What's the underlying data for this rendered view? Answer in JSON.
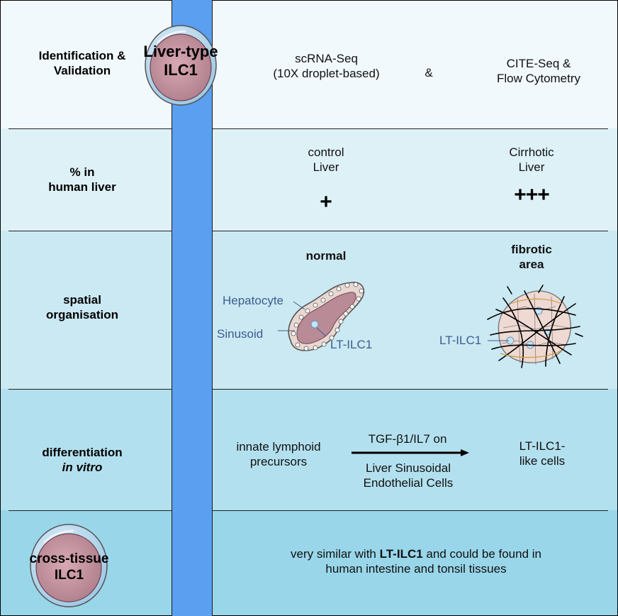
{
  "header": {
    "cell_title": "Liver-type\nILC1",
    "methods": {
      "left": "scRNA-Seq\n(10X droplet-based)",
      "connector": "&",
      "right": "CITE-Seq &\nFlow Cytometry"
    }
  },
  "rows": [
    {
      "label": "Identification &\nValidation"
    },
    {
      "label": "% in\nhuman liver"
    },
    {
      "label": "spatial\norganisation"
    },
    {
      "label_plain": "differentiation",
      "label_italic": "in vitro"
    },
    {
      "label": "cross-tissue\nILC1"
    }
  ],
  "percent": {
    "control": {
      "text": "control\nLiver",
      "level": "+"
    },
    "cirrhotic": {
      "text": "Cirrhotic\nLiver",
      "level": "+++"
    }
  },
  "spatial": {
    "normal": {
      "title": "normal",
      "labels": {
        "hepatocyte": "Hepatocyte",
        "sinusoid": "Sinusoid",
        "lt_ilc1": "LT-ILC1"
      }
    },
    "fibrotic": {
      "title": "fibrotic\narea",
      "labels": {
        "lt_ilc1": "LT-ILC1"
      }
    }
  },
  "differentiation": {
    "source": "innate lymphoid\nprecursors",
    "condition_top": "TGF-β1/IL7 on",
    "condition_bottom": "Liver Sinusoidal\nEndothelial Cells",
    "result": "LT-ILC1-\nlike cells"
  },
  "cross_tissue": {
    "text_pre": "very similar with ",
    "text_bold": "LT-ILC1",
    "text_post": " and could be found in\nhuman intestine and tonsil tissues"
  },
  "colors": {
    "row1": "#f2f9fc",
    "row2": "#def1f7",
    "row3": "#cbe9f3",
    "row4": "#b3e0ee",
    "row5": "#99d6ea",
    "column": "#5b9ff0",
    "cell_body": "#c2909c",
    "cell_membrane": "#a9d2ea",
    "label_blue": "#3b5d8d"
  }
}
